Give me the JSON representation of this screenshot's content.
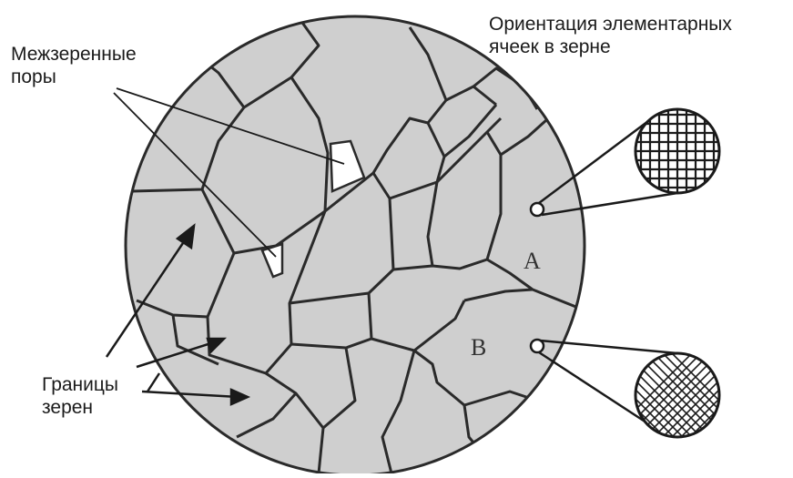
{
  "labels": {
    "pores_line1": "Межзеренные",
    "pores_line2": "поры",
    "orientation_line1": "Ориентация элементарных",
    "orientation_line2": "ячеек в зерне",
    "boundaries_line1": "Границы",
    "boundaries_line2": "зерен",
    "grain_a": "A",
    "grain_b": "B"
  },
  "colors": {
    "grain_fill": "#cfcfcf",
    "boundary": "#2a2a2a",
    "pore": "#ffffff",
    "background": "#ffffff"
  },
  "icons": {
    "lattice_square": "square-grid-icon",
    "lattice_diagonal": "diagonal-grid-icon"
  }
}
